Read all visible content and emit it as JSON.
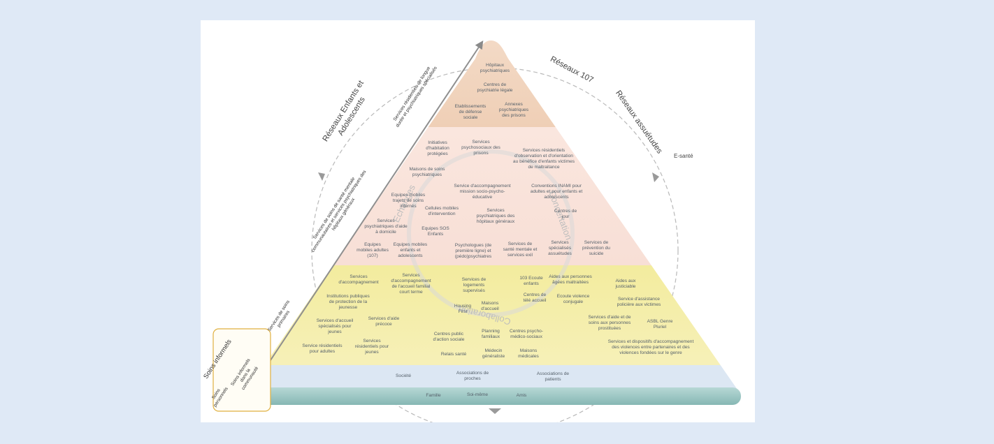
{
  "outer_labels": {
    "reseaux_enfants_line1": "Réseaux Enfants et",
    "reseaux_enfants_line2": "Adolescents",
    "reseaux_107": "Réseaux 107",
    "reseaux_assuetudes": "Réseaux assuétudes",
    "e_sante": "E-santé"
  },
  "axis_labels": {
    "residentiels_line1": "Services résidentiels de longue",
    "residentiels_line2": "durée et psychiatriques spécialisés",
    "sante_mentale_line1": "Services de soins de santé mentale",
    "sante_mentale_line2": "communautaires et services psychiatriques des",
    "sante_mentale_line3": "hôpitaux généraux",
    "primaires_line1": "Services de soins",
    "primaires_line2": "primaires"
  },
  "circle_labels": {
    "echanges": "Echanges",
    "concertation": "Concertation",
    "collaboration": "Collaboration"
  },
  "informal_box": {
    "title": "Soins informels",
    "col1_line1": "Soins",
    "col1_line2": "personnels",
    "col2_line1": "Soins informels",
    "col2_line2": "dans la",
    "col2_line3": "communauté"
  },
  "top_tier": [
    {
      "l1": "Hôpitaux",
      "l2": "psychiatriques"
    },
    {
      "l1": "Centres de",
      "l2": "psychiatrie légale"
    },
    {
      "l1": "Etablissements",
      "l2": "de défense",
      "l3": "sociale"
    },
    {
      "l1": "Annexes",
      "l2": "psychiatriques",
      "l3": "des prisons"
    }
  ],
  "middle_tier": [
    {
      "l1": "Initiatives",
      "l2": "d'habitation",
      "l3": "protégées"
    },
    {
      "l1": "Services",
      "l2": "psychosociaux des",
      "l3": "prisons"
    },
    {
      "l1": "Services résidentiels",
      "l2": "d'observation et d'orientation",
      "l3": "au bénéfice d'enfants victimes",
      "l4": "de maltraitance"
    },
    {
      "l1": "Maisons de soins",
      "l2": "psychiatriques"
    },
    {
      "l1": "Service d'accompagnement",
      "l2": "mission socio-psycho-",
      "l3": "éducative"
    },
    {
      "l1": "Conventions INAMI pour",
      "l2": "adultes et pour enfants et",
      "l3": "adolescents"
    },
    {
      "l1": "Equipes mobiles",
      "l2": "trajets de soins",
      "l3": "internés"
    },
    {
      "l1": "Cellules mobiles",
      "l2": "d'intervention"
    },
    {
      "l1": "Services",
      "l2": "psychiatriques des",
      "l3": "hôpitaux généraux"
    },
    {
      "l1": "Centres de",
      "l2": "jour"
    },
    {
      "l1": "Services",
      "l2": "psychiatriques d'aide",
      "l3": "à domicile"
    },
    {
      "l1": "Equipes SOS",
      "l2": "Enfants"
    },
    {
      "l1": "Equipes",
      "l2": "mobiles adultes",
      "l3": "(107)"
    },
    {
      "l1": "Equipes mobiles",
      "l2": "enfants et",
      "l3": "adolescents"
    },
    {
      "l1": "Psychologues (de",
      "l2": "première ligne)  et",
      "l3": "(pédo)psychiatres"
    },
    {
      "l1": "Services de",
      "l2": "santé mentale et",
      "l3": "services exil"
    },
    {
      "l1": "Services",
      "l2": "spécialisés",
      "l3": "assuétudes"
    },
    {
      "l1": "Services de",
      "l2": "prévention du",
      "l3": "suicide"
    }
  ],
  "primary_tier": [
    {
      "l1": "Services",
      "l2": "d'accompagnement"
    },
    {
      "l1": "Services",
      "l2": "d'accompagnement",
      "l3": "de l'accueil familial",
      "l4": "court terme"
    },
    {
      "l1": "Services de",
      "l2": "logements",
      "l3": "supervisés"
    },
    {
      "l1": "103 Ecoute",
      "l2": "enfants"
    },
    {
      "l1": "Aides aux personnes",
      "l2": "âgées maltraitées"
    },
    {
      "l1": "Aides aux",
      "l2": "justiciable"
    },
    {
      "l1": "Institutions publiques",
      "l2": "de protection de la",
      "l3": "jeunesse"
    },
    {
      "l1": "Housing",
      "l2": "First"
    },
    {
      "l1": "Maisons",
      "l2": "d'accueil"
    },
    {
      "l1": "Centres de",
      "l2": "télé accueil"
    },
    {
      "l1": "Ecoute violence",
      "l2": "conjugale"
    },
    {
      "l1": "Service d'assistance",
      "l2": "policière aux victimes"
    },
    {
      "l1": "Services d'accueil",
      "l2": "spécialisés pour",
      "l3": "jeunes"
    },
    {
      "l1": "Services d'aide",
      "l2": "précoce"
    },
    {
      "l1": "Services d'aide et de",
      "l2": "soins aux personnes",
      "l3": "prostituées"
    },
    {
      "l1": "ASBL Genre",
      "l2": "Pluriel"
    },
    {
      "l1": "Planning",
      "l2": "familiaux"
    },
    {
      "l1": "Centres public",
      "l2": "d'action sociale"
    },
    {
      "l1": "Centres psycho-",
      "l2": "médico-sociaux"
    },
    {
      "l1": "Service résidentiels",
      "l2": "pour adultes"
    },
    {
      "l1": "Services",
      "l2": "résidentiels pour",
      "l3": "jeunes"
    },
    {
      "l1": "Relais santé"
    },
    {
      "l1": "Médecin",
      "l2": "généraliste"
    },
    {
      "l1": "Maisons",
      "l2": "médicales"
    },
    {
      "l1": "Services et dispositifs d'accompagnement",
      "l2": "des violences entre partenaires et des",
      "l3": "violences fondées sur le genre"
    }
  ],
  "base_tier": [
    {
      "l1": "Société"
    },
    {
      "l1": "Associations de",
      "l2": "proches"
    },
    {
      "l1": "Associations de",
      "l2": "patients"
    },
    {
      "l1": "Famille"
    },
    {
      "l1": "Soi-même"
    },
    {
      "l1": "Amis"
    }
  ],
  "colors": {
    "page_bg": "#dfe9f6",
    "card_bg": "#ffffff",
    "top_tier": "#f1d3bd",
    "middle_tier": "#f9e1da",
    "primary_tier": "#f4eda8",
    "community_band": "#dbe6f3",
    "base_band": "#9cc7c4",
    "arrow": "#8a8a8a",
    "box_border": "#e0b040"
  }
}
